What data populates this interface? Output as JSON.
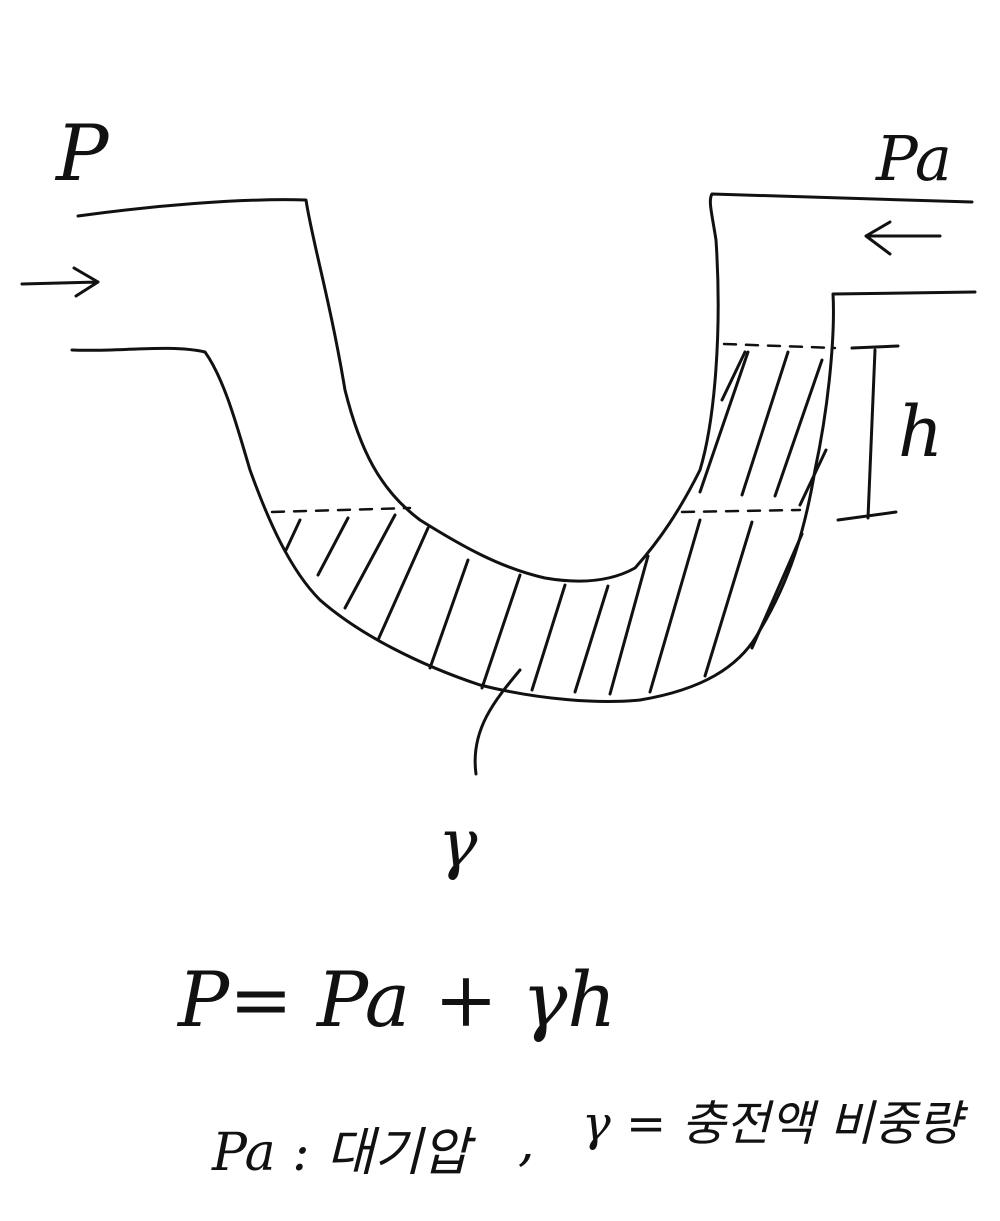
{
  "labels": {
    "inlet_pressure": "P",
    "atmospheric_pressure": "Pa",
    "height": "h",
    "specific_weight": "γ"
  },
  "formula": {
    "equation": "P= Pa + γh"
  },
  "legend": {
    "pa_def": "Pa : 대기압",
    "separator": ",",
    "gamma_def": "γ = 충전액 비중량"
  },
  "colors": {
    "ink": "#111111",
    "background": "#ffffff"
  }
}
